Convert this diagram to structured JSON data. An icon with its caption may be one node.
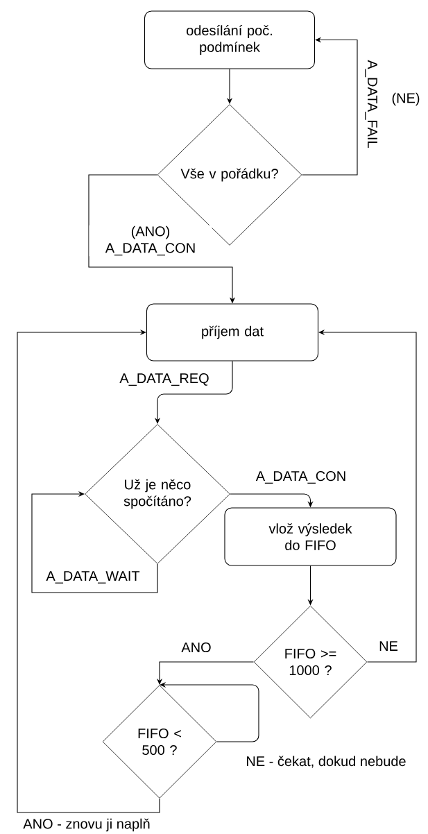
{
  "diagram": {
    "nodes": [
      {
        "text": [
          "odesílání poč. podmínek"
        ]
      },
      {
        "text": [
          "Vše v pořádku?"
        ]
      },
      {
        "text": [
          "příjem dat"
        ]
      },
      {
        "text": [
          "Už je něco spočítáno?"
        ]
      },
      {
        "text": [
          "vlož výsledek do FIFO"
        ]
      },
      {
        "text": [
          "FIFO >= 1000 ?"
        ]
      },
      {
        "text": [
          "FIFO < 500 ?"
        ]
      }
    ],
    "edges": [
      {
        "from": 0,
        "to": 1,
        "arrow": "to"
      },
      {
        "from": 1,
        "to": 0,
        "arrow": "to",
        "label": "A_DATA_FAIL"
      },
      {
        "from": 1,
        "to": 2,
        "arrow": "to",
        "label": "(ANO) A_DATA_CON"
      },
      {
        "from": 2,
        "to": 3,
        "arrow": "to",
        "label": "A_DATA_REQ"
      },
      {
        "from": 3,
        "to": 3,
        "arrow": "to",
        "label": "A_DATA_WAIT"
      },
      {
        "from": 3,
        "to": 4,
        "arrow": "to",
        "label": "A_DATA_CON"
      },
      {
        "from": 4,
        "to": 5,
        "arrow": "to"
      },
      {
        "from": 5,
        "to": 2,
        "arrow": "to",
        "label": "NE"
      },
      {
        "from": 5,
        "to": 6,
        "arrow": "to",
        "label": "ANO"
      },
      {
        "from": 6,
        "to": 6,
        "arrow": "to",
        "label": "NE - čekat, dokud nebude"
      },
      {
        "from": 6,
        "to": 2,
        "arrow": "to",
        "label": "ANO - znovu ji naplň"
      }
    ],
    "labels": [
      "(NE)"
    ]
  }
}
